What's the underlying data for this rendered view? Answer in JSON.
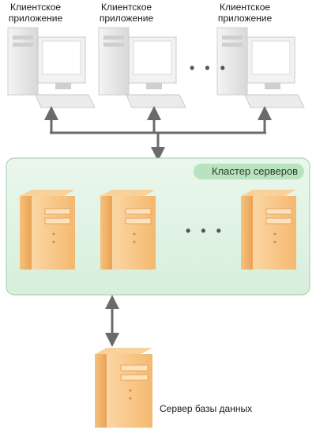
{
  "clients": [
    {
      "line1": "Клиентское",
      "line2": "приложение"
    },
    {
      "line1": "Клиентское",
      "line2": "приложение"
    },
    {
      "line1": "Клиентское",
      "line2": "приложение"
    }
  ],
  "clients_ellipsis": "• • •",
  "cluster": {
    "title": "Кластер серверов",
    "ellipsis": "• • •"
  },
  "database": {
    "label": "Сервер базы данных"
  },
  "colors": {
    "cluster_bg": "#e3f4e6",
    "cluster_border": "#9fcba7",
    "cluster_tag": "#b9e2bf",
    "server_front": "#f8c98a",
    "server_side": "#f3b063",
    "monitor": "#ededed",
    "arrow": "#6b6b6b"
  }
}
